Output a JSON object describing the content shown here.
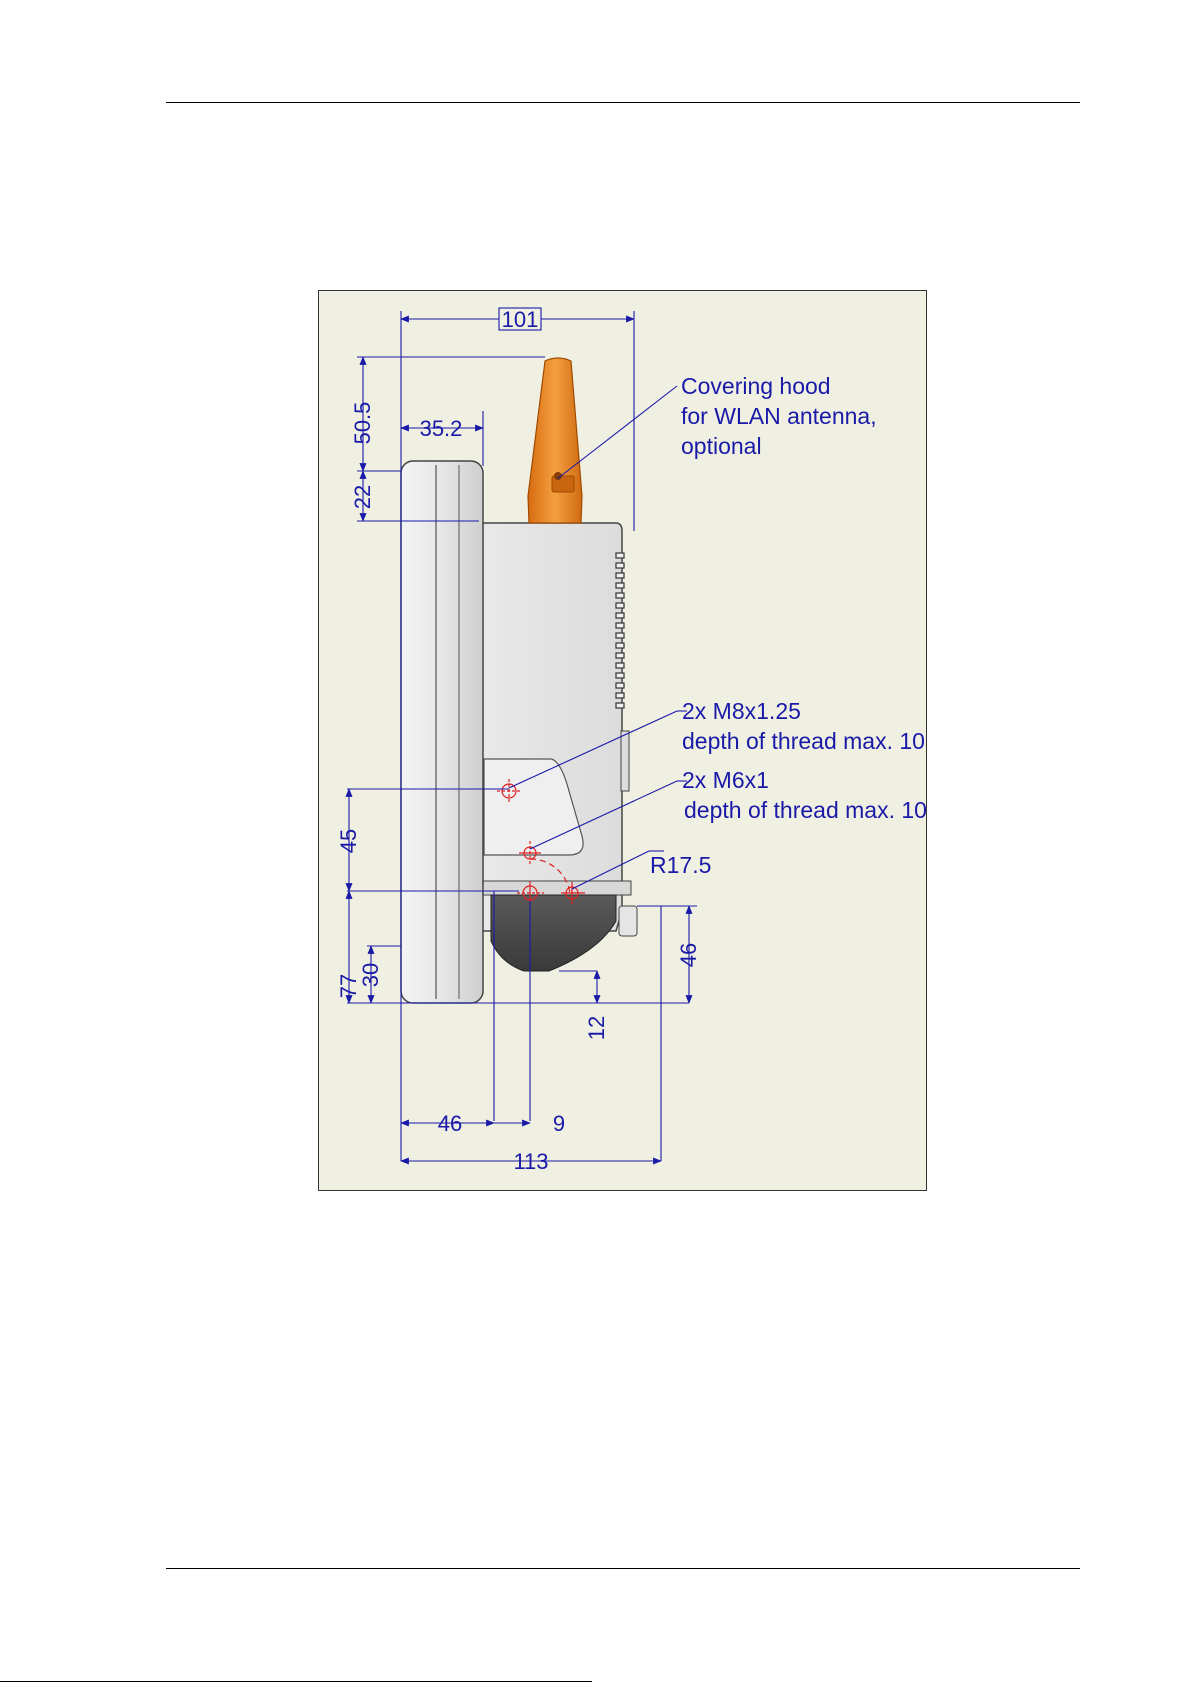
{
  "drawing": {
    "dimensions": {
      "width_total": "101",
      "antenna_height": "50.5",
      "front_depth": "35.2",
      "top_offset": "22",
      "hole_spacing": "45",
      "hole_height": "77",
      "bottom_offset": "30",
      "left_offset": "46",
      "hole_offset": "9",
      "base_height": "12",
      "bracket_height": "46",
      "depth_total": "113"
    },
    "callouts": {
      "hood_line1": "Covering hood",
      "hood_line2": "for WLAN antenna,",
      "hood_line3": "optional",
      "m8_line1": "2x M8x1.25",
      "m8_line2": "depth of thread max. 10",
      "m6_line1": "2x M6x1",
      "m6_line2": "depth of thread max. 10",
      "radius": "R17.5"
    },
    "colors": {
      "dimension": "#1a1aa8",
      "antenna": "#f08a20",
      "hole_marks": "#e02020",
      "background": "#f0f0e2"
    }
  }
}
